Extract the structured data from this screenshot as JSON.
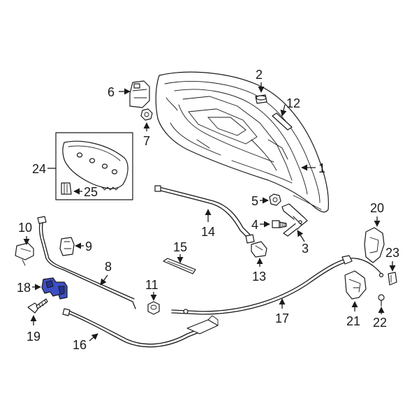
{
  "diagram": {
    "highlight_color": "#3d4fc4",
    "callouts": {
      "c1": "1",
      "c2": "2",
      "c3": "3",
      "c4": "4",
      "c5": "5",
      "c6": "6",
      "c7": "7",
      "c8": "8",
      "c9": "9",
      "c10": "10",
      "c11": "11",
      "c12": "12",
      "c13": "13",
      "c14": "14",
      "c15": "15",
      "c16": "16",
      "c17": "17",
      "c18": "18",
      "c19": "19",
      "c20": "20",
      "c21": "21",
      "c22": "22",
      "c23": "23",
      "c24": "24",
      "c25": "25"
    },
    "highlighted_part": "18"
  }
}
